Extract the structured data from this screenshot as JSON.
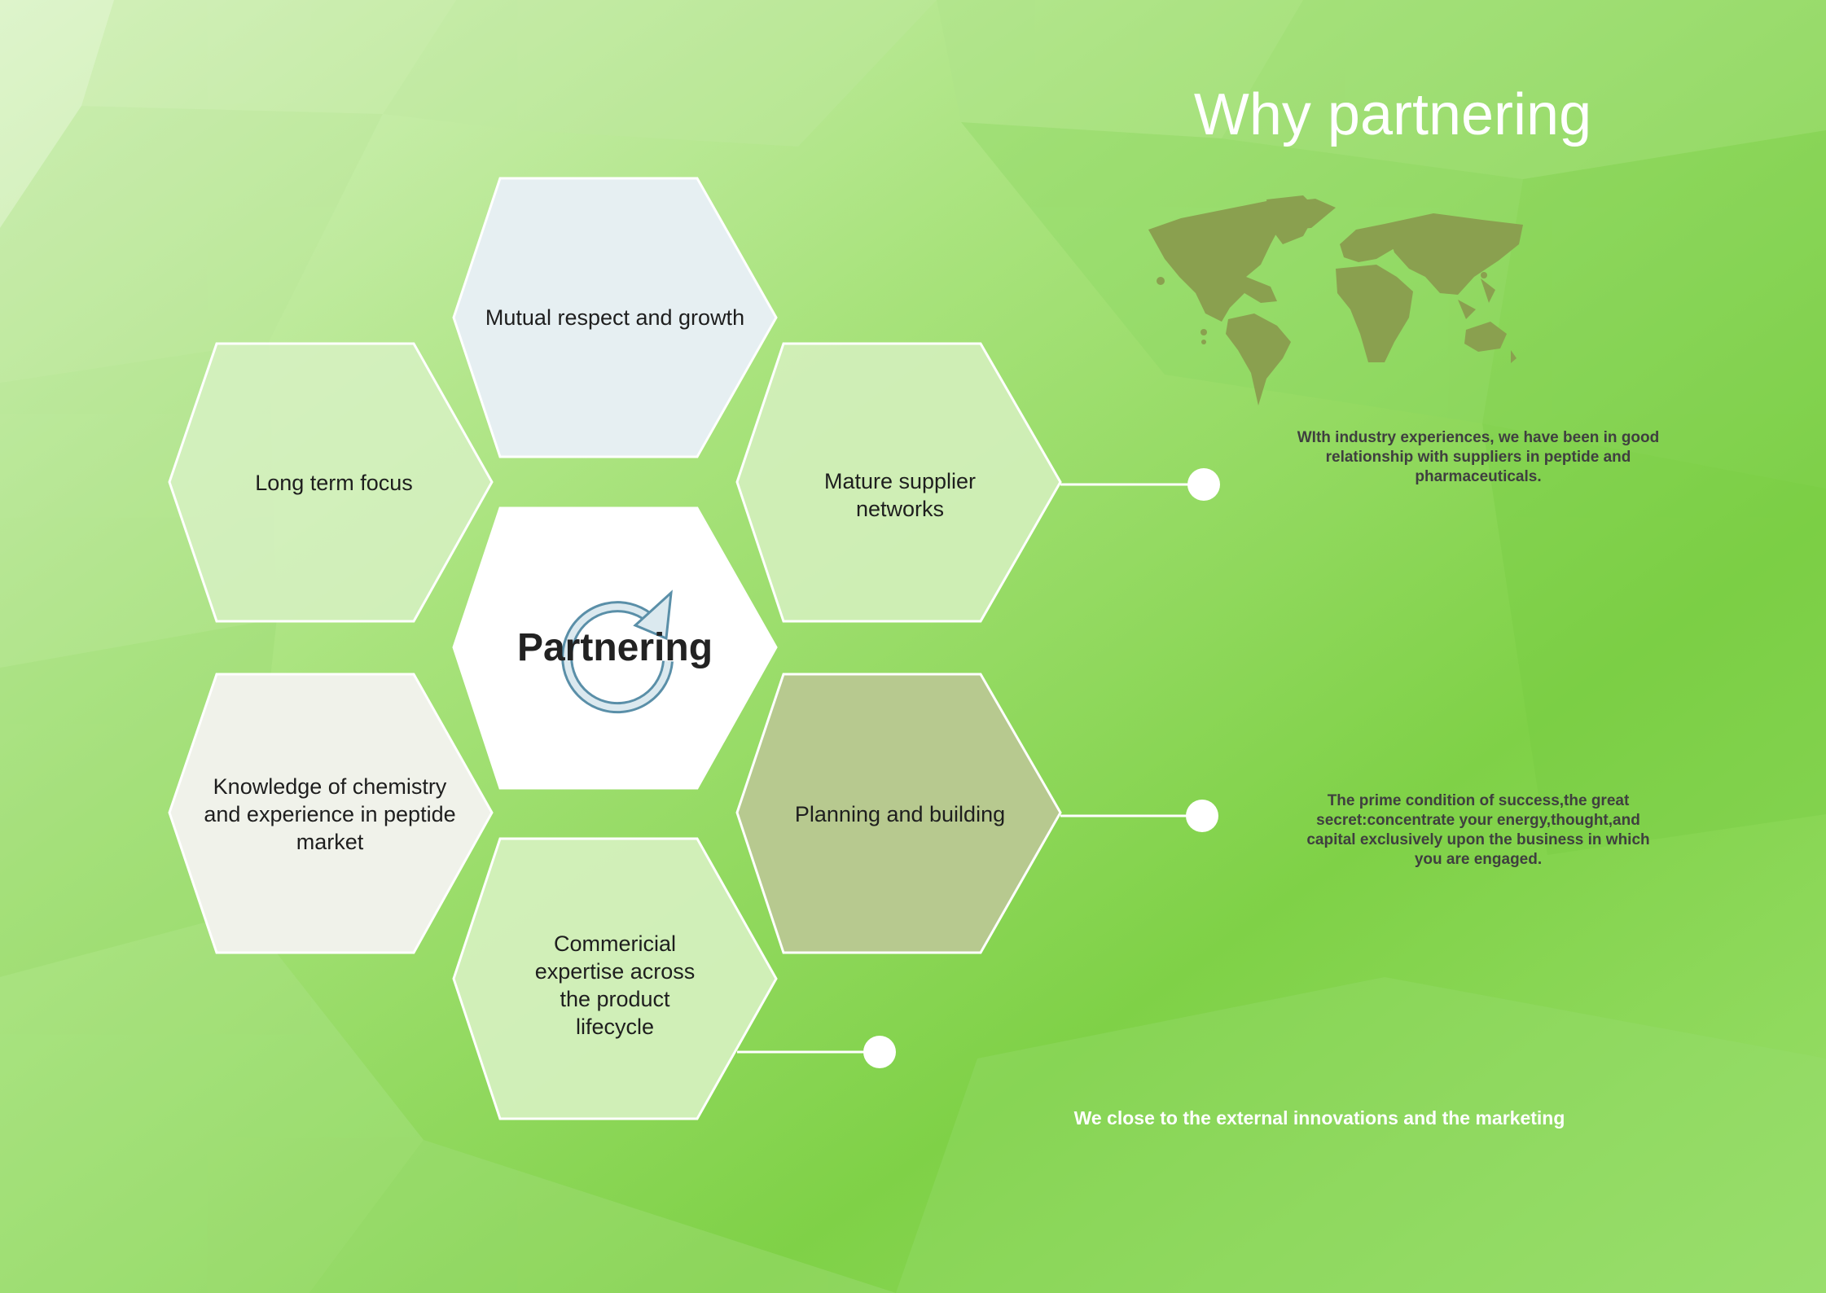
{
  "title": "Why partnering",
  "center": {
    "label": "Partnering",
    "icon": "refresh-arrow-icon"
  },
  "hexagons": [
    {
      "id": "top",
      "label": "Mutual respect and growth"
    },
    {
      "id": "upper-left",
      "label": "Long term focus"
    },
    {
      "id": "upper-right",
      "label": "Mature supplier networks"
    },
    {
      "id": "lower-left",
      "label": "Knowledge of chemistry and experience in peptide market"
    },
    {
      "id": "lower-right",
      "label": "Planning and building"
    },
    {
      "id": "bottom",
      "label": "Commericial expertise across the product lifecycle"
    }
  ],
  "descriptions": [
    {
      "text": "WIth industry experiences, we have been in good relationship with suppliers in peptide and pharmaceuticals."
    },
    {
      "text": "The prime condition of success,the great secret:concentrate your energy,thought,and capital exclusively upon the business in which you are engaged."
    },
    {
      "text": "We close to the external innovations and the marketing"
    }
  ],
  "map": {
    "icon": "world-map-icon"
  },
  "colors": {
    "background": "#8dd85c",
    "hex_top": "#e6eff2",
    "hex_center": "#ffffff",
    "hex_light_green": "#d4f0bd",
    "hex_pale": "#f0f2ea",
    "hex_olive": "#b7c98f",
    "map": "#8aa04f",
    "title": "#ffffff"
  }
}
